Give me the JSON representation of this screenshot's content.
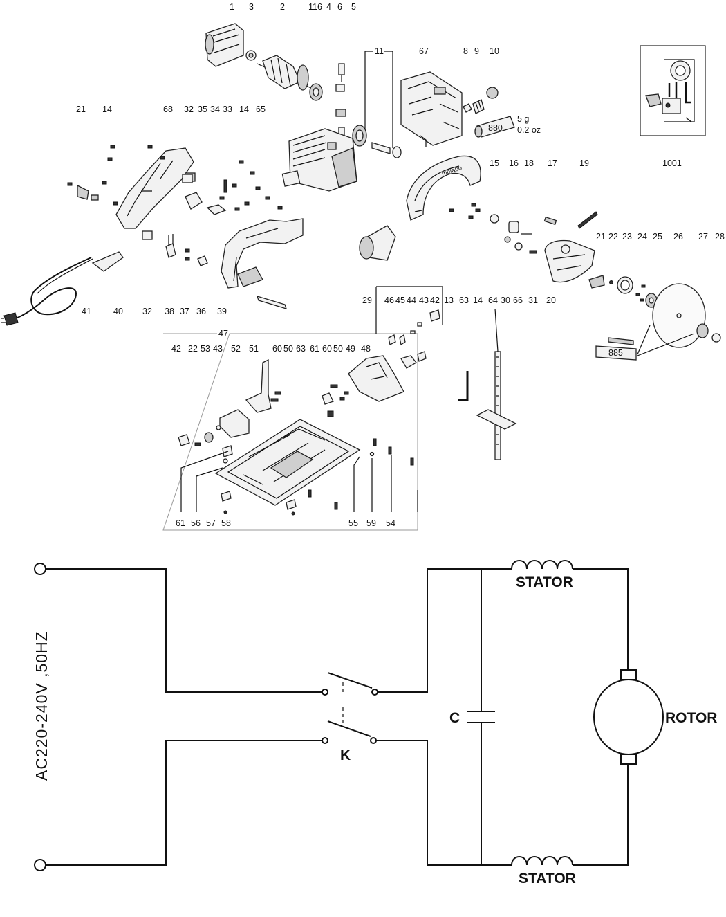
{
  "exploded_view": {
    "callouts": {
      "c1": "1",
      "c3": "3",
      "c2": "2",
      "c116": "116",
      "c4": "4",
      "c6": "6",
      "c5": "5",
      "c11": "11",
      "c67": "67",
      "c8": "8",
      "c9": "9",
      "c10": "10",
      "c21a": "21",
      "c14a": "14",
      "c68": "68",
      "c32a": "32",
      "c35": "35",
      "c34": "34",
      "c33": "33",
      "c14b": "14",
      "c65": "65",
      "c15": "15",
      "c16": "16",
      "c18": "18",
      "c17": "17",
      "c19": "19",
      "c1001": "1001",
      "c41": "41",
      "c40": "40",
      "c32b": "32",
      "c38": "38",
      "c37": "37",
      "c36": "36",
      "c39": "39",
      "c29": "29",
      "c46": "46",
      "c45": "45",
      "c44": "44",
      "c43a": "43",
      "c42a": "42",
      "c13": "13",
      "c63a": "63",
      "c14c": "14",
      "c64": "64",
      "c30": "30",
      "c66": "66",
      "c31": "31",
      "c20": "20",
      "c21b": "21",
      "c22a": "22",
      "c23": "23",
      "c24": "24",
      "c25": "25",
      "c26": "26",
      "c27": "27",
      "c28": "28",
      "c47": "47",
      "c42b": "42",
      "c22b": "22",
      "c53": "53",
      "c43b": "43",
      "c52": "52",
      "c51": "51",
      "c60a": "60",
      "c50a": "50",
      "c63b": "63",
      "c61a": "61",
      "c60b": "60",
      "c50b": "50",
      "c49": "49",
      "c48": "48",
      "c61b": "61",
      "c56": "56",
      "c57": "57",
      "c58": "58",
      "c55": "55",
      "c59": "59",
      "c54": "54"
    },
    "grease_880_label": "880",
    "grease_885_label": "885",
    "grease_qty_g": "5 g",
    "grease_qty_oz": "0.2 oz",
    "brand_mark": "metabo"
  },
  "wiring": {
    "supply": "AC220-240V ,50HZ",
    "stator_top": "STATOR",
    "stator_bottom": "STATOR",
    "rotor": "ROTOR",
    "capacitor": "C",
    "switch": "K"
  }
}
